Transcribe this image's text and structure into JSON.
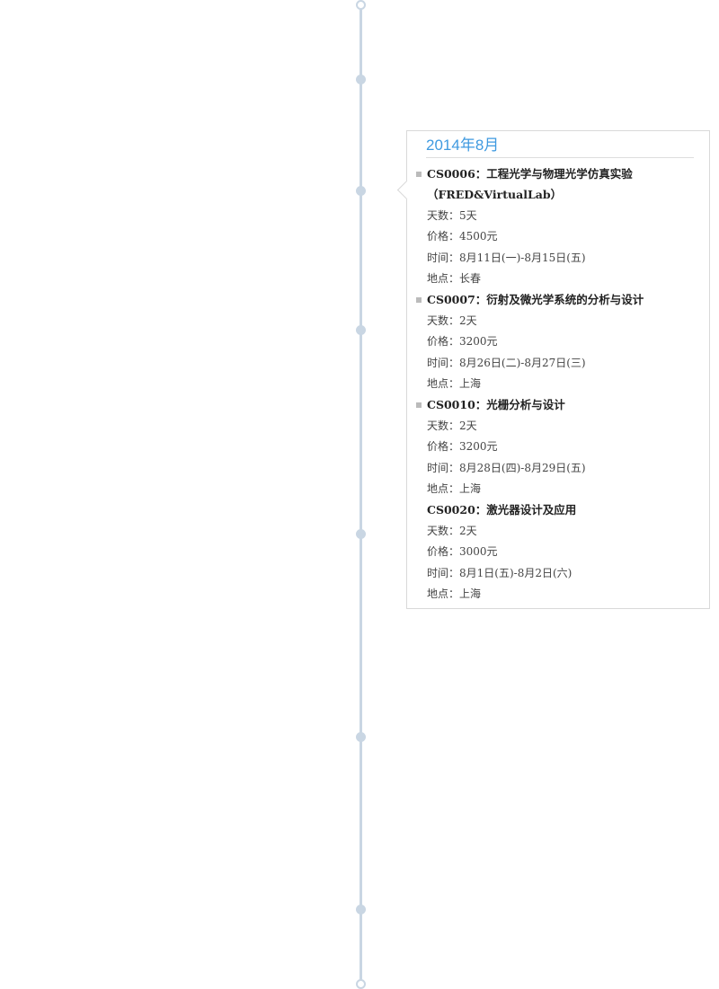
{
  "timeline": {
    "month_card": {
      "title": "2014年8月",
      "courses": [
        {
          "name": "CS0006：工程光学与物理光学仿真实验 （FRED&VirtualLab）",
          "days": "天数：5天",
          "price": "价格：4500元",
          "time": "时间：8月11日(一)-8月15日(五)",
          "location": "地点：长春",
          "bullet": true
        },
        {
          "name": "CS0007：衍射及微光学系统的分析与设计",
          "days": "天数：2天",
          "price": "价格：3200元",
          "time": "时间：8月26日(二)-8月27日(三)",
          "location": "地点：上海",
          "bullet": true
        },
        {
          "name": "CS0010：光栅分析与设计",
          "days": "天数：2天",
          "price": "价格：3200元",
          "time": "时间：8月28日(四)-8月29日(五)",
          "location": "地点：上海",
          "bullet": true
        },
        {
          "name": "CS0020：激光器设计及应用",
          "days": "天数：2天",
          "price": "价格：3000元",
          "time": "时间：8月1日(五)-8月2日(六)",
          "location": "地点：上海",
          "bullet": false
        }
      ]
    }
  },
  "colors": {
    "timeline": "#c9d6e3",
    "title_accent": "#3f9ae0",
    "card_border": "#d9d9d9"
  }
}
